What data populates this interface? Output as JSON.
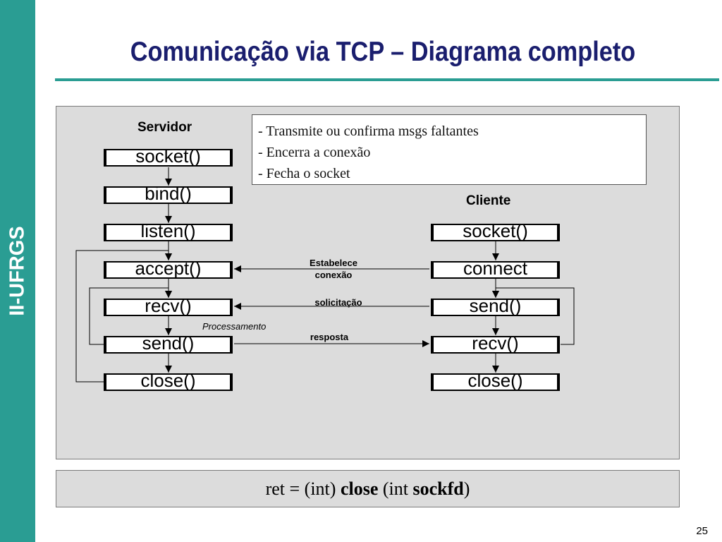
{
  "sidebar": {
    "label": "II-UFRGS"
  },
  "title": "Comunicação via TCP – Diagrama completo",
  "notes": [
    "- Transmite ou confirma msgs faltantes",
    "- Encerra a conexão",
    "- Fecha o socket"
  ],
  "server": {
    "heading": "Servidor",
    "calls": [
      "socket()",
      "bind()",
      "listen()",
      "accept()",
      "recv()",
      "send()",
      "close()"
    ]
  },
  "client": {
    "heading": "Cliente",
    "calls": [
      "socket()",
      "connect",
      "send()",
      "recv()",
      "close()"
    ]
  },
  "arrows": {
    "establish_line1": "Estabelece",
    "establish_line2": "conexão",
    "request": "solicitação",
    "response": "resposta",
    "processing": "Processamento"
  },
  "code": {
    "prefix": "ret = (int) ",
    "func": "close",
    "args_prefix": " (int ",
    "param": "sockfd",
    "suffix": ")"
  },
  "page_number": "25"
}
